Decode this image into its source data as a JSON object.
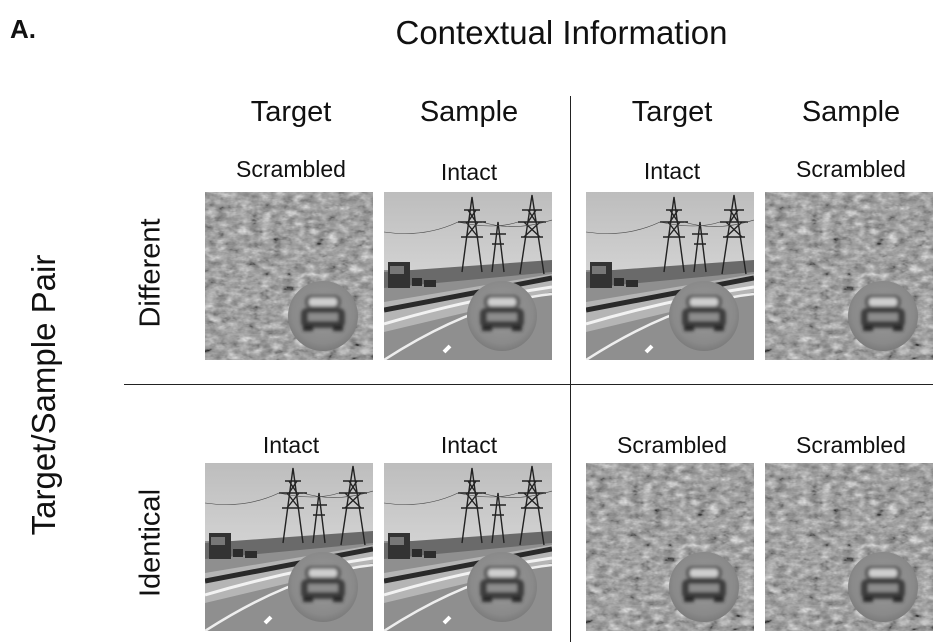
{
  "panel_label": "A.",
  "title": "Contextual Information",
  "y_axis_label": "Target/Sample Pair",
  "rows": [
    {
      "label": "Different"
    },
    {
      "label": "Identical"
    }
  ],
  "groups": [
    {
      "headers": [
        "Target",
        "Sample"
      ]
    },
    {
      "headers": [
        "Target",
        "Sample"
      ]
    }
  ],
  "cells": [
    [
      "Scrambled",
      "Intact",
      "Intact",
      "Scrambled"
    ],
    [
      "Intact",
      "Intact",
      "Scrambled",
      "Scrambled"
    ]
  ]
}
